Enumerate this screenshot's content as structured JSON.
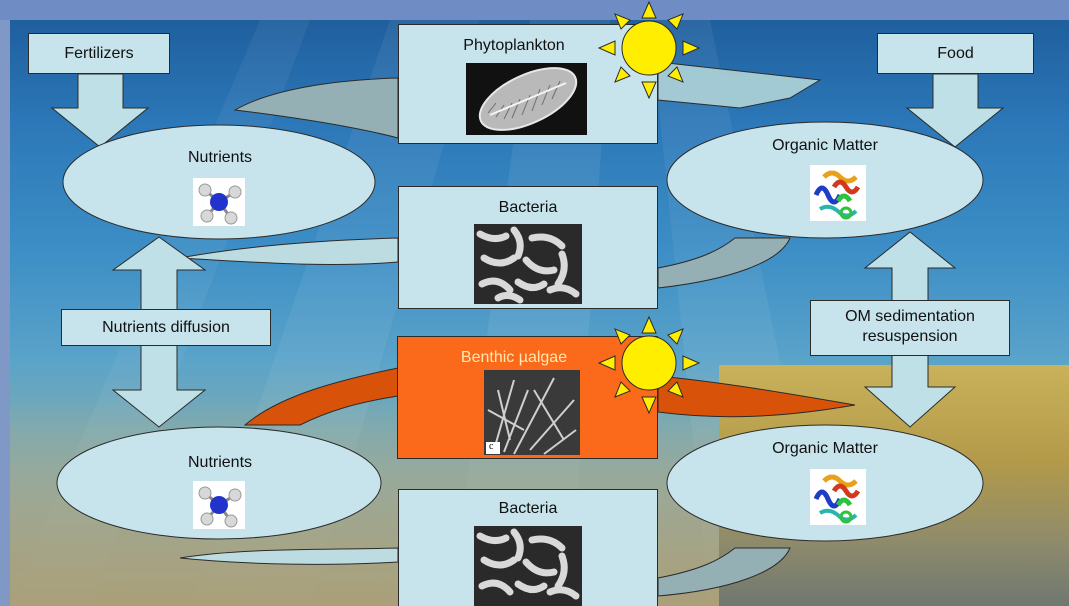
{
  "inputs": {
    "fertilizers": "Fertilizers",
    "food": "Food"
  },
  "water_column": {
    "phytoplankton": "Phytoplankton",
    "nutrients": "Nutrients",
    "organic_matter": "Organic Matter",
    "bacteria": "Bacteria"
  },
  "sediment": {
    "benthic_algae": "Benthic µalgae",
    "nutrients": "Nutrients",
    "organic_matter": "Organic Matter",
    "bacteria": "Bacteria"
  },
  "exchange": {
    "nutrients_diffusion": "Nutrients diffusion",
    "om_line1": "OM sedimentation",
    "om_line2": "resuspension"
  },
  "micrograph_tag": "c",
  "colors": {
    "box_fill": "#c7e4ec",
    "arrow_fill": "#bfe0e7",
    "curved_arrow_fill": "#94b0b4",
    "benthic_box": "#fb6a1b",
    "benthic_arrows": "#d8520a",
    "sun": "#ffee00"
  },
  "icons": [
    "sun-icon",
    "ammonium-molecule-icon",
    "protein-ribbon-icon",
    "diatom-micrograph",
    "bacteria-micrograph",
    "benthic-algae-micrograph"
  ]
}
